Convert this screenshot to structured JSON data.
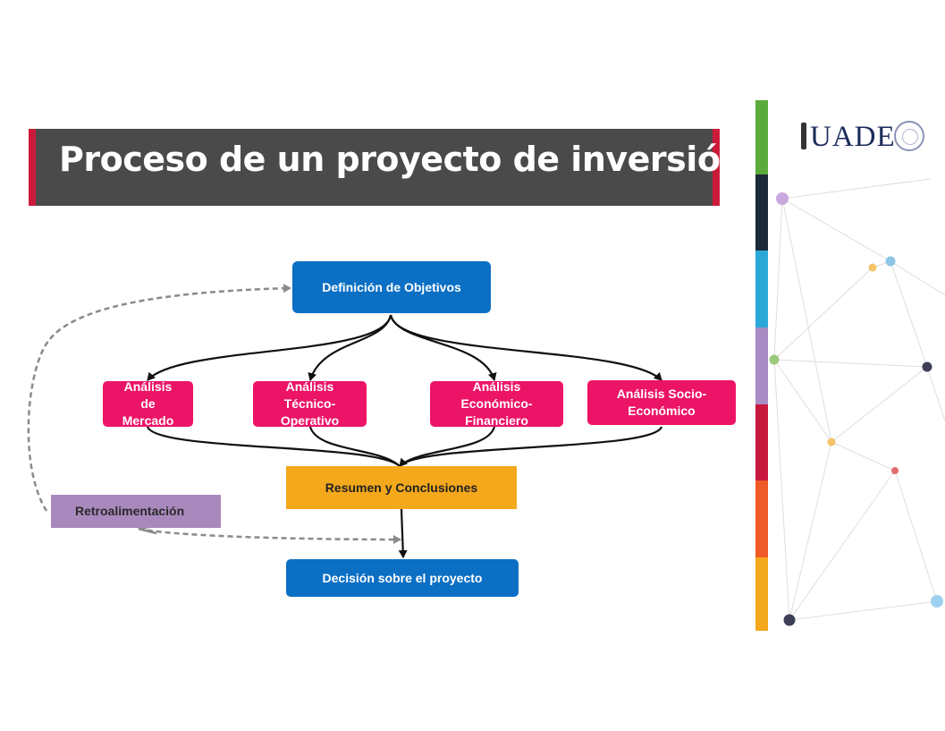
{
  "title": "Proceso de un proyecto de inversión",
  "logo": {
    "text": "UADE"
  },
  "nodes": {
    "objetivos": "Definición de Objetivos",
    "mercado": "Análisis de Mercado",
    "tecnico": "Análisis Técnico-Operativo",
    "economico": "Análisis Económico-Financiero",
    "socio": "Análisis Socio-Económico",
    "resumen": "Resumen y Conclusiones",
    "decision": "Decisión sobre el proyecto",
    "retro": "Retroalimentación"
  },
  "colors": {
    "title_bg": "#4a4a4a",
    "title_accent": "#cc1b3a",
    "blue": "#0b6fc4",
    "pink": "#ec1467",
    "orange": "#f4a81c",
    "purple": "#a989bd",
    "strip": [
      "#5aab3b",
      "#1b2a3a",
      "#2aa9d8",
      "#a98bc4",
      "#c8173c",
      "#ef5a27",
      "#f4a81c"
    ]
  }
}
